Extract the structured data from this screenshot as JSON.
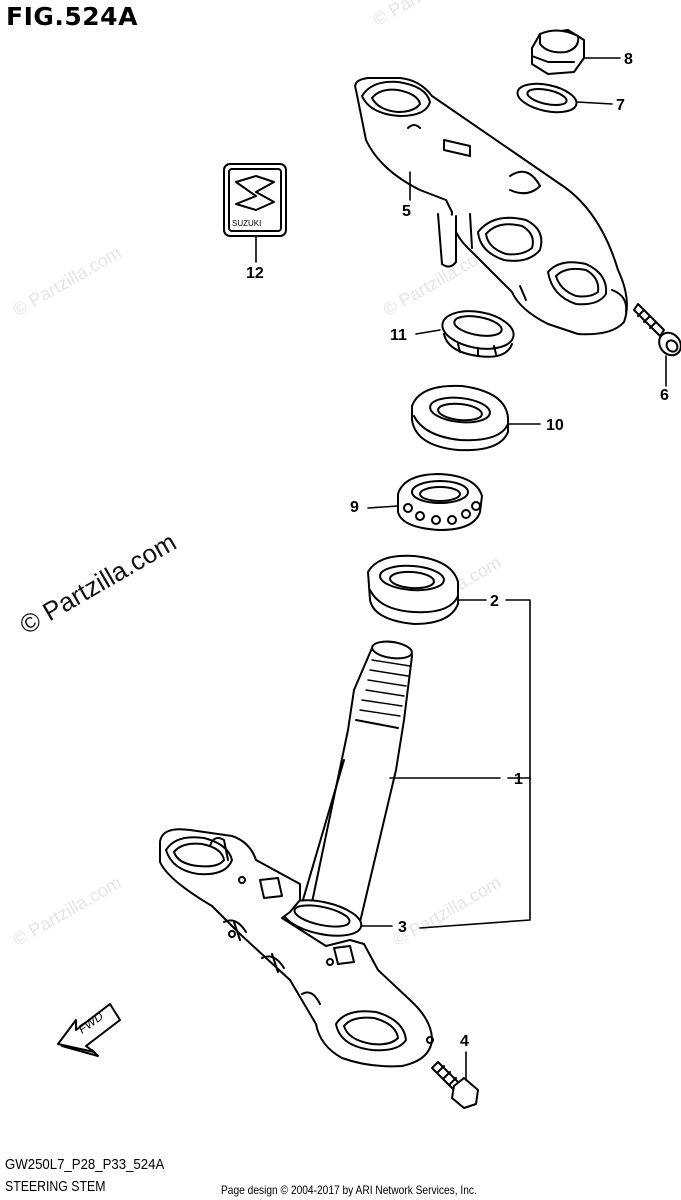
{
  "figure": {
    "title": "FIG.524A",
    "code": "GW250L7_P28_P33_524A",
    "name": "STEERING STEM",
    "credit": "Page design © 2004-2017 by ARI Network Services, Inc."
  },
  "callouts": {
    "c1": "1",
    "c2": "2",
    "c3": "3",
    "c4": "4",
    "c5": "5",
    "c6": "6",
    "c7": "7",
    "c8": "8",
    "c9": "9",
    "c10": "10",
    "c11": "11",
    "c12": "12"
  },
  "direction_label": "FWD",
  "emblem_text": "SUZUKI",
  "watermark": "© Partzilla.com"
}
